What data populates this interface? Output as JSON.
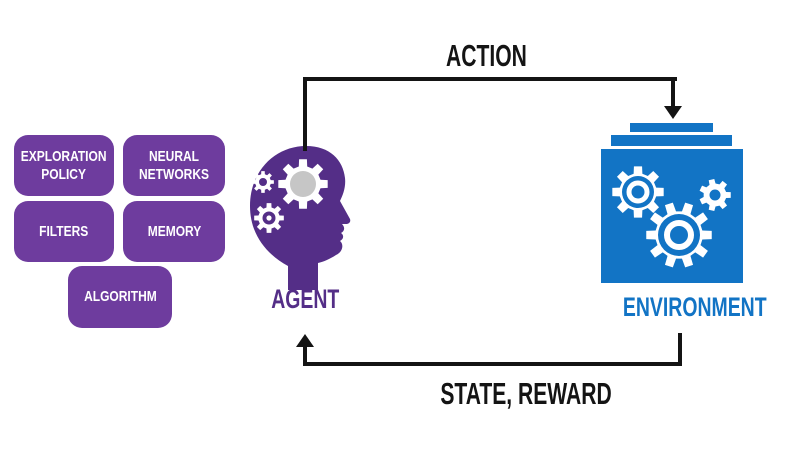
{
  "colors": {
    "box_purple": "#6E3C9E",
    "agent_purple": "#542E87",
    "env_blue": "#1274C5",
    "arrow_black": "#141414",
    "gear_gray": "#C6C6C6",
    "text_white": "#FFFFFF"
  },
  "components": [
    {
      "label": "EXPLORATION POLICY"
    },
    {
      "label": "NEURAL NETWORKS"
    },
    {
      "label": "FILTERS"
    },
    {
      "label": "MEMORY"
    },
    {
      "label": "ALGORITHM"
    }
  ],
  "agent": {
    "label": "AGENT",
    "icon": "head-with-gears-icon"
  },
  "environment": {
    "label": "ENVIRONMENT",
    "icon": "machine-with-gears-icon"
  },
  "arrows": [
    {
      "label": "ACTION",
      "from": "AGENT",
      "to": "ENVIRONMENT"
    },
    {
      "label": "STATE, REWARD",
      "from": "ENVIRONMENT",
      "to": "AGENT"
    }
  ]
}
